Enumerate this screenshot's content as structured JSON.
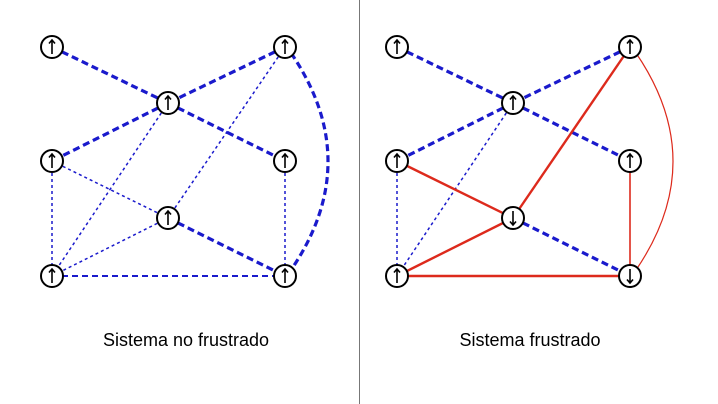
{
  "panels": [
    {
      "id": "left",
      "caption": "Sistema no frustrado",
      "spins": {
        "A": "up",
        "B": "up",
        "C": "up",
        "D": "up",
        "E": "up",
        "F": "up",
        "G": "up",
        "H": "up"
      },
      "edges": [
        {
          "from": "A",
          "to": "C",
          "style": "dashed-thick",
          "color": "#1a1acc"
        },
        {
          "from": "B",
          "to": "C",
          "style": "dashed-thick",
          "color": "#1a1acc"
        },
        {
          "from": "C",
          "to": "D",
          "style": "dashed-thick",
          "color": "#1a1acc"
        },
        {
          "from": "C",
          "to": "E",
          "style": "dashed-thick",
          "color": "#1a1acc"
        },
        {
          "from": "C",
          "to": "G",
          "style": "dotted",
          "color": "#1a1acc"
        },
        {
          "from": "B",
          "to": "F",
          "style": "dotted",
          "color": "#1a1acc"
        },
        {
          "from": "B",
          "to": "H",
          "style": "dashed-thick-curve",
          "color": "#1a1acc"
        },
        {
          "from": "D",
          "to": "G",
          "style": "dotted",
          "color": "#1a1acc"
        },
        {
          "from": "D",
          "to": "F",
          "style": "dotted",
          "color": "#1a1acc"
        },
        {
          "from": "E",
          "to": "H",
          "style": "dotted",
          "color": "#1a1acc"
        },
        {
          "from": "F",
          "to": "G",
          "style": "dotted",
          "color": "#1a1acc"
        },
        {
          "from": "F",
          "to": "H",
          "style": "dashed-thick",
          "color": "#1a1acc"
        },
        {
          "from": "G",
          "to": "H",
          "style": "dashed",
          "color": "#1a1acc"
        }
      ]
    },
    {
      "id": "right",
      "caption": "Sistema frustrado",
      "spins": {
        "A": "up",
        "B": "up",
        "C": "up",
        "D": "up",
        "E": "up",
        "F": "down",
        "G": "up",
        "H": "down"
      },
      "edges": [
        {
          "from": "A",
          "to": "C",
          "style": "dashed-thick",
          "color": "#1a1acc"
        },
        {
          "from": "B",
          "to": "C",
          "style": "dashed-thick",
          "color": "#1a1acc"
        },
        {
          "from": "C",
          "to": "D",
          "style": "dashed-thick",
          "color": "#1a1acc"
        },
        {
          "from": "C",
          "to": "E",
          "style": "dashed-thick",
          "color": "#1a1acc"
        },
        {
          "from": "C",
          "to": "G",
          "style": "dotted",
          "color": "#1a1acc"
        },
        {
          "from": "B",
          "to": "F",
          "style": "solid",
          "color": "#dd2a1c"
        },
        {
          "from": "B",
          "to": "H",
          "style": "solid-thin-curve",
          "color": "#dd2a1c"
        },
        {
          "from": "D",
          "to": "G",
          "style": "dotted",
          "color": "#1a1acc"
        },
        {
          "from": "D",
          "to": "F",
          "style": "solid",
          "color": "#dd2a1c"
        },
        {
          "from": "E",
          "to": "H",
          "style": "solid-thin",
          "color": "#dd2a1c"
        },
        {
          "from": "F",
          "to": "G",
          "style": "solid",
          "color": "#dd2a1c"
        },
        {
          "from": "F",
          "to": "H",
          "style": "dashed-thick",
          "color": "#1a1acc"
        },
        {
          "from": "G",
          "to": "H",
          "style": "solid",
          "color": "#dd2a1c"
        }
      ]
    }
  ]
}
